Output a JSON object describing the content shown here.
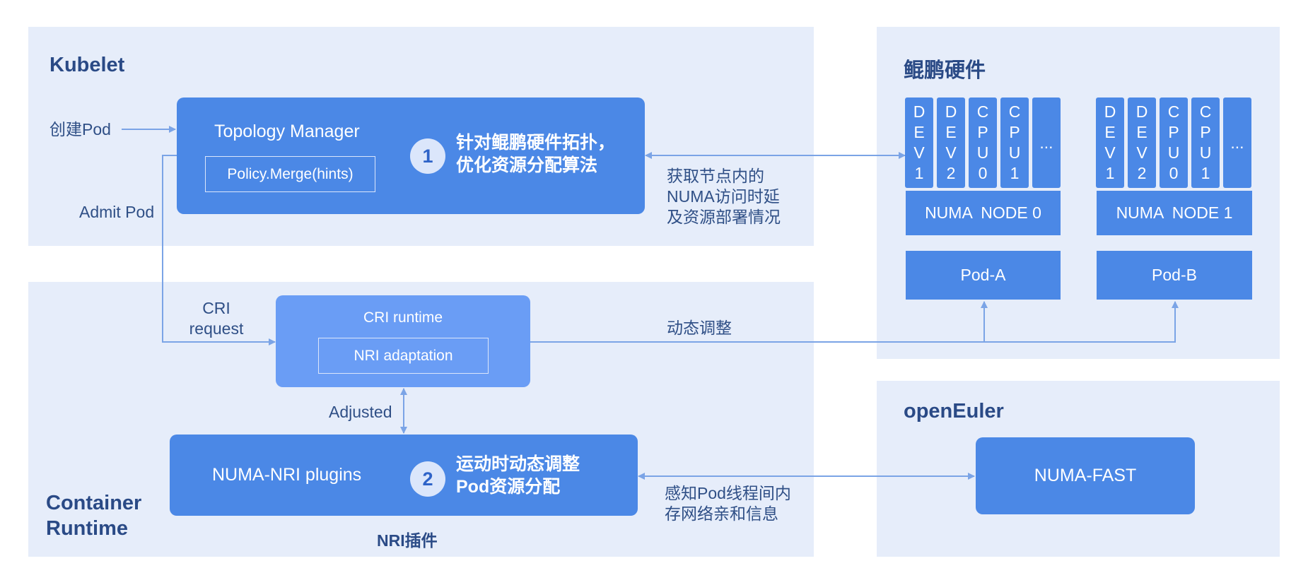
{
  "kubelet": {
    "title": "Kubelet",
    "create_pod": "创建Pod",
    "admit_pod": "Admit Pod",
    "topology_manager": "Topology Manager",
    "policy_merge": "Policy.Merge(hints)",
    "step_number": "1",
    "step_text_line1": "针对鲲鹏硬件拓扑，",
    "step_text_line2": "优化资源分配算法"
  },
  "numa_info": {
    "line1": "获取节点内的",
    "line2": "NUMA访问时延",
    "line3": "及资源部署情况"
  },
  "kunpeng": {
    "title": "鲲鹏硬件",
    "node0": {
      "columns": [
        [
          "D",
          "E",
          "V",
          "1"
        ],
        [
          "D",
          "E",
          "V",
          "2"
        ],
        [
          "C",
          "P",
          "U",
          "0"
        ],
        [
          "C",
          "P",
          "U",
          "1"
        ],
        [
          "..."
        ]
      ],
      "label": "NUMA  NODE 0",
      "pod": "Pod-A"
    },
    "node1": {
      "columns": [
        [
          "D",
          "E",
          "V",
          "1"
        ],
        [
          "D",
          "E",
          "V",
          "2"
        ],
        [
          "C",
          "P",
          "U",
          "0"
        ],
        [
          "C",
          "P",
          "U",
          "1"
        ],
        [
          "..."
        ]
      ],
      "label": "NUMA  NODE 1",
      "pod": "Pod-B"
    }
  },
  "container_runtime": {
    "title_line1": "Container",
    "title_line2": "Runtime",
    "cri_request_line1": "CRI",
    "cri_request_line2": "request",
    "cri_runtime": "CRI runtime",
    "nri_adaptation": "NRI adaptation",
    "adjusted": "Adjusted",
    "numa_nri_plugins": "NUMA-NRI plugins",
    "step_number": "2",
    "step_text_line1": "运动时动态调整",
    "step_text_line2": "Pod资源分配",
    "nri_plugin_label": "NRI插件"
  },
  "dynamic_adjust": "动态调整",
  "sense": {
    "line1": "感知Pod线程间内",
    "line2": "存网络亲和信息"
  },
  "openeuler": {
    "title": "openEuler",
    "numa_fast": "NUMA-FAST"
  },
  "colors": {
    "panel": "#e6edfa",
    "box": "#4b88e6",
    "light_box": "#6a9df5",
    "arrow": "#7ba4e6",
    "title": "#2a4a86"
  }
}
